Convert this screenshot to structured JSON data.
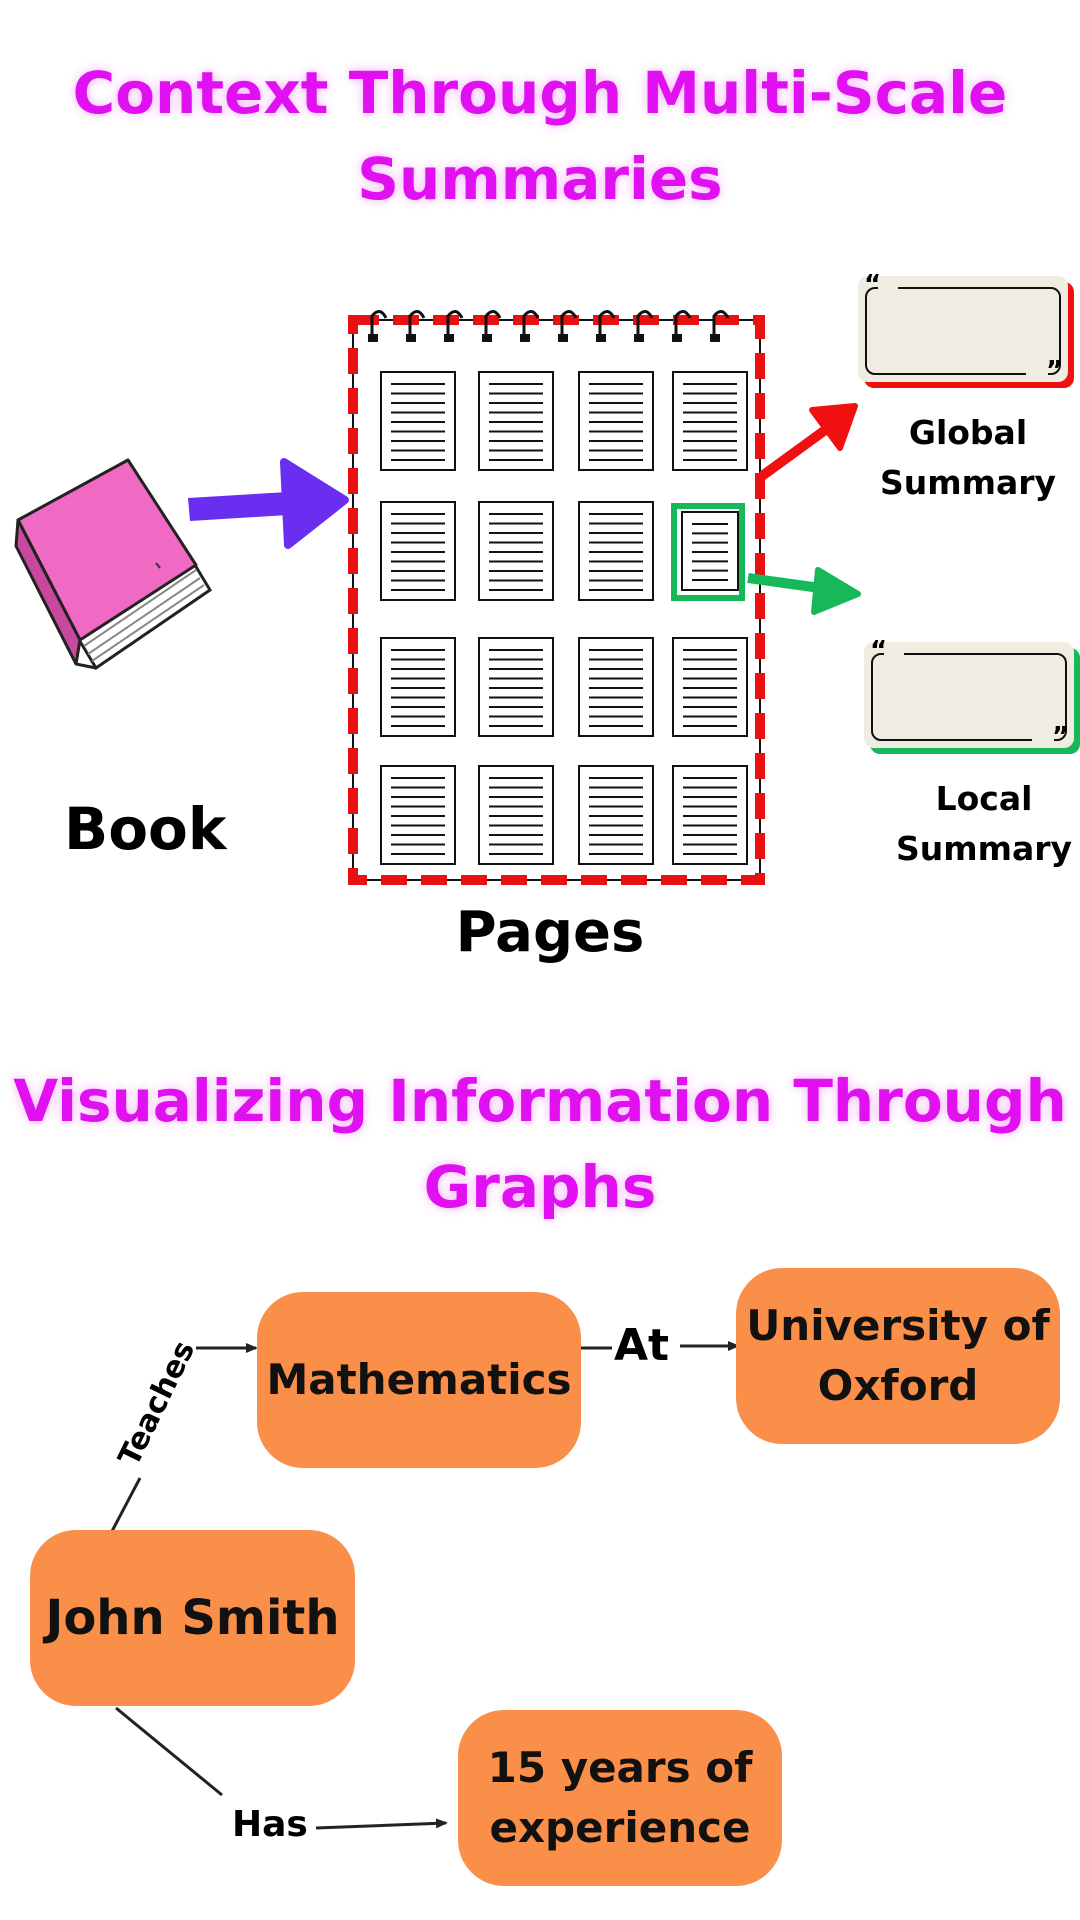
{
  "section1": {
    "title_line1": "Context Through Multi-Scale",
    "title_line2": "Summaries",
    "book_label": "Book",
    "pages_label": "Pages",
    "global_summary_line1": "Global",
    "global_summary_line2": "Summary",
    "local_summary_line1": "Local",
    "local_summary_line2": "Summary",
    "quote_open": "“",
    "quote_close": "”"
  },
  "section2": {
    "title_line1": "Visualizing Information Through",
    "title_line2": "Graphs",
    "nodes": {
      "john": "John Smith",
      "math": "Mathematics",
      "oxford_line1": "University of",
      "oxford_line2": "Oxford",
      "exp_line1": "15 years of",
      "exp_line2": "experience"
    },
    "edges": {
      "teaches": "Teaches",
      "at": "At",
      "has": "Has"
    }
  },
  "colors": {
    "title": "#e010f0",
    "node_fill": "#fa8f4a",
    "book": "#f06ac4",
    "arrow_purple": "#6a2ef0",
    "arrow_red": "#f01010",
    "arrow_green": "#16b85a",
    "notebook_border": "#e81010"
  }
}
